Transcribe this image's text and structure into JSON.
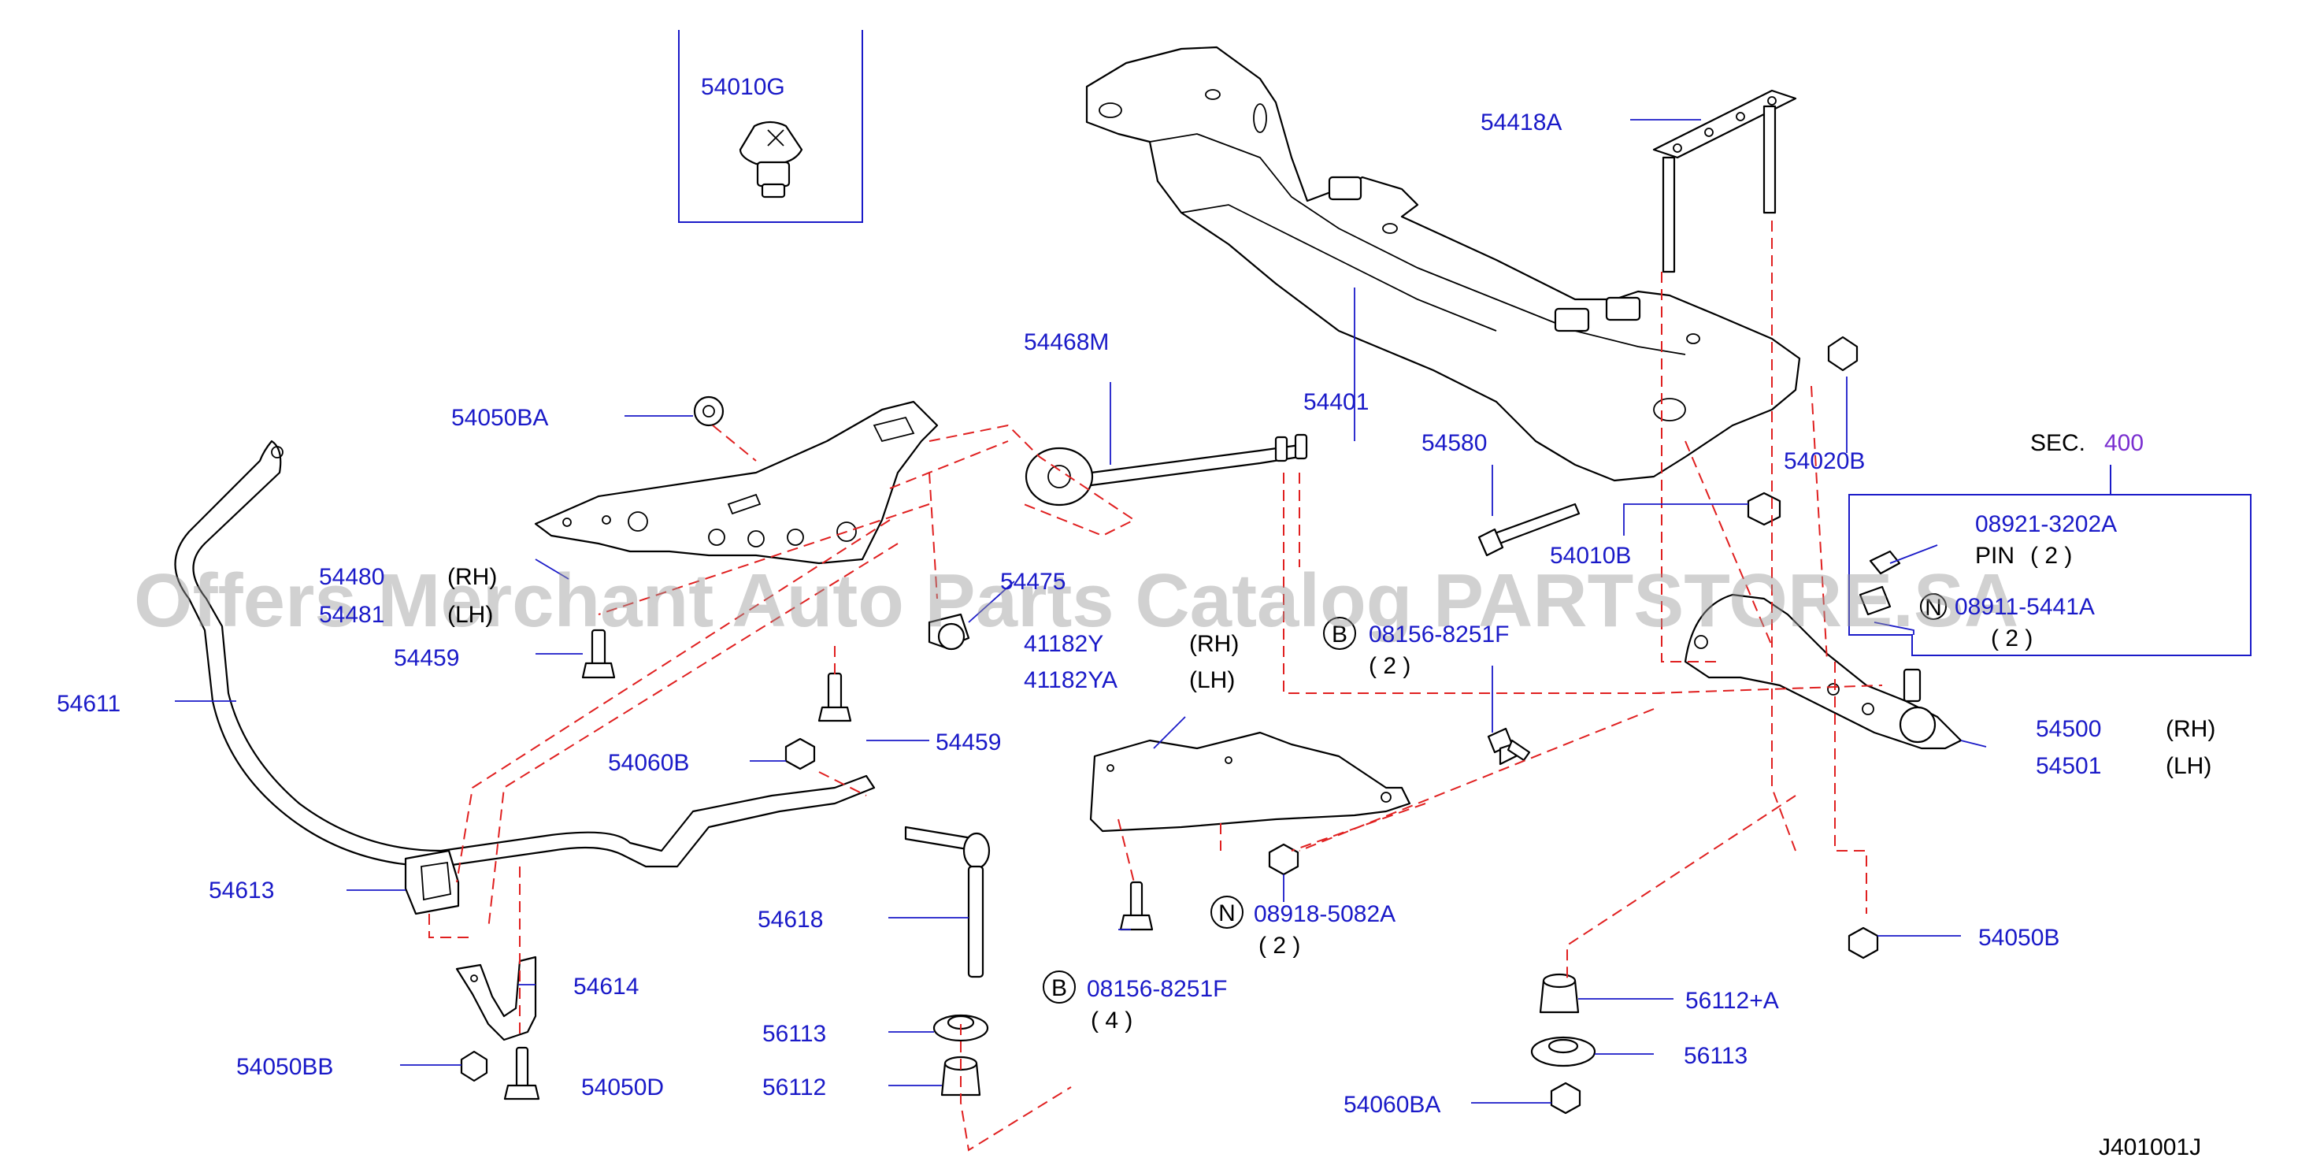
{
  "labels": {
    "54010G": "54010G",
    "54418A": "54418A",
    "54468M": "54468M",
    "54401": "54401",
    "54050BA": "54050BA",
    "54580": "54580",
    "54020B": "54020B",
    "sec_prefix": "SEC.",
    "sec_num": "400",
    "54480": "54480",
    "rh1": "(RH)",
    "54481": "54481",
    "lh1": "(LH)",
    "54475": "54475",
    "54010B": "54010B",
    "08921": "08921-3202A",
    "pin": "PIN",
    "pin_qty": "( 2 )",
    "08911": "08911-5441A",
    "n_qty1": "( 2 )",
    "54459_a": "54459",
    "41182Y": "41182Y",
    "rh2": "(RH)",
    "41182YA": "41182YA",
    "lh2": "(LH)",
    "08156_a": "08156-8251F",
    "b_qty1": "( 2 )",
    "54611": "54611",
    "54459_b": "54459",
    "54500": "54500",
    "rh3": "(RH)",
    "54501": "54501",
    "lh3": "(LH)",
    "54060B": "54060B",
    "54613": "54613",
    "54618": "54618",
    "08918": "08918-5082A",
    "n_qty2": "( 2 )",
    "54050B": "54050B",
    "54614": "54614",
    "08156_b": "08156-8251F",
    "b_qty2": "( 4 )",
    "56112A": "56112+A",
    "56113_a": "56113",
    "56113_b": "56113",
    "54050BB": "54050BB",
    "54050D": "54050D",
    "56112": "56112",
    "54060BA": "54060BA",
    "code": "J401001J"
  },
  "symbols": {
    "bolt": "B",
    "nut": "N"
  },
  "watermark": "Offers Merchant Auto Parts Catalog PARTSTORE.SA"
}
